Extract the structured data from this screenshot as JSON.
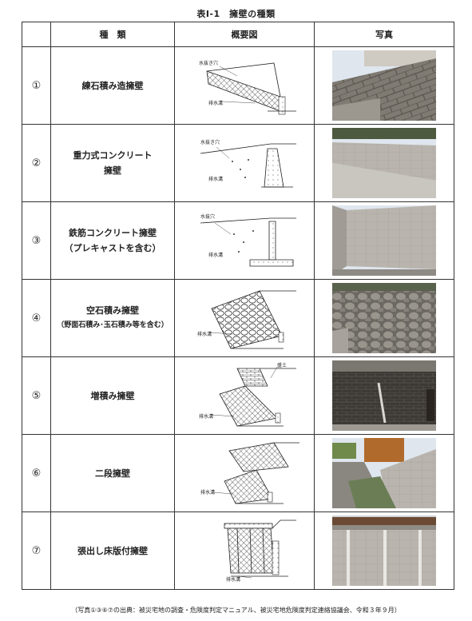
{
  "table_title": "表Ⅰ-1　擁壁の種類",
  "headers": {
    "type": "種　類",
    "diagram": "概要図",
    "photo": "写真"
  },
  "rows": [
    {
      "num": "①",
      "name_line1": "練石積み造擁壁",
      "name_line2": "",
      "sub": "",
      "labels": [
        "水抜き穴",
        "排水溝"
      ]
    },
    {
      "num": "②",
      "name_line1": "重力式コンクリート",
      "name_line2": "擁壁",
      "sub": "",
      "labels": [
        "水抜き穴",
        "排水溝"
      ]
    },
    {
      "num": "③",
      "name_line1": "鉄筋コンクリート擁壁",
      "name_line2": "（プレキャストを含む）",
      "sub": "",
      "labels": [
        "水抜穴",
        "排水溝"
      ]
    },
    {
      "num": "④",
      "name_line1": "空石積み擁壁",
      "name_line2": "",
      "sub": "（野面石積み･玉石積み等を含む）",
      "labels": [
        "排水溝"
      ]
    },
    {
      "num": "⑤",
      "name_line1": "増積み擁壁",
      "name_line2": "",
      "sub": "",
      "labels": [
        "盛土",
        "排水溝"
      ]
    },
    {
      "num": "⑥",
      "name_line1": "二段擁壁",
      "name_line2": "",
      "sub": "",
      "labels": [
        "排水溝"
      ]
    },
    {
      "num": "⑦",
      "name_line1": "張出し床版付擁壁",
      "name_line2": "",
      "sub": "",
      "labels": [
        "排水溝"
      ]
    }
  ],
  "source_note": "（写真①③⑥⑦の出典：被災宅地の調査・危険度判定マニュアル、被災宅地危険度判定連絡協議会、令和３年９月）",
  "colors": {
    "border": "#333333",
    "hatch": "#444444",
    "concrete": "#b8b8b8",
    "sky": "#dfe6ee"
  }
}
